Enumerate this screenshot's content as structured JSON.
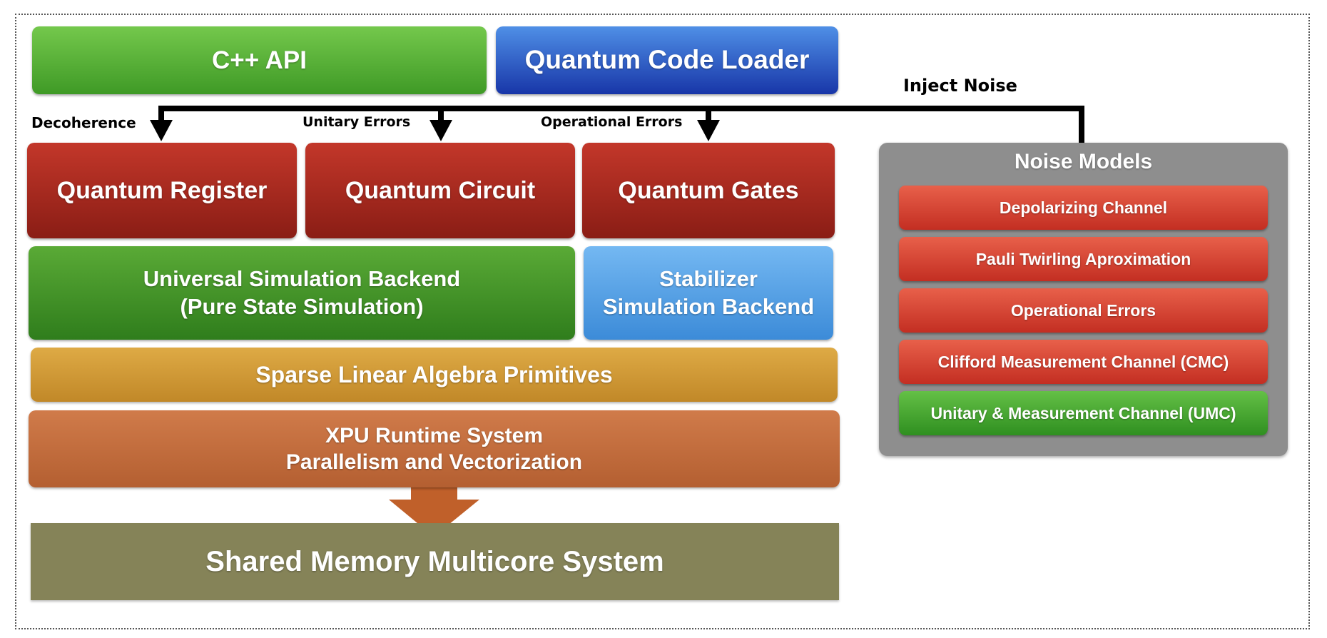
{
  "top": {
    "cpp_api": "C++ API",
    "code_loader": "Quantum Code Loader"
  },
  "inject_noise": "Inject Noise",
  "error_labels": {
    "decoherence": "Decoherence",
    "unitary": "Unitary Errors",
    "operational": "Operational Errors"
  },
  "quantum": {
    "register": "Quantum Register",
    "circuit": "Quantum Circuit",
    "gates": "Quantum Gates"
  },
  "backends": {
    "universal": [
      "Universal Simulation Backend",
      "(Pure State Simulation)"
    ],
    "stabilizer": [
      "Stabilizer",
      "Simulation Backend"
    ]
  },
  "sparse": "Sparse Linear Algebra Primitives",
  "xpu": [
    "XPU Runtime System",
    "Parallelism and Vectorization"
  ],
  "shared_memory": "Shared Memory Multicore System",
  "noise_models": {
    "title": "Noise Models",
    "items": [
      "Depolarizing Channel",
      "Pauli Twirling Aproximation",
      "Operational Errors",
      "Clifford Measurement Channel (CMC)",
      "Unitary & Measurement Channel (UMC)"
    ]
  },
  "colors": {
    "green": "#4fa92f",
    "blue": "#2146b8",
    "red": "#a8281e",
    "light_blue": "#5aa6ea",
    "gold": "#d09a36",
    "orange": "#c46c3d",
    "olive": "#858358",
    "gray_panel": "#8e8e8e",
    "arrow": "#000000",
    "down_arrow": "#c0602a"
  }
}
